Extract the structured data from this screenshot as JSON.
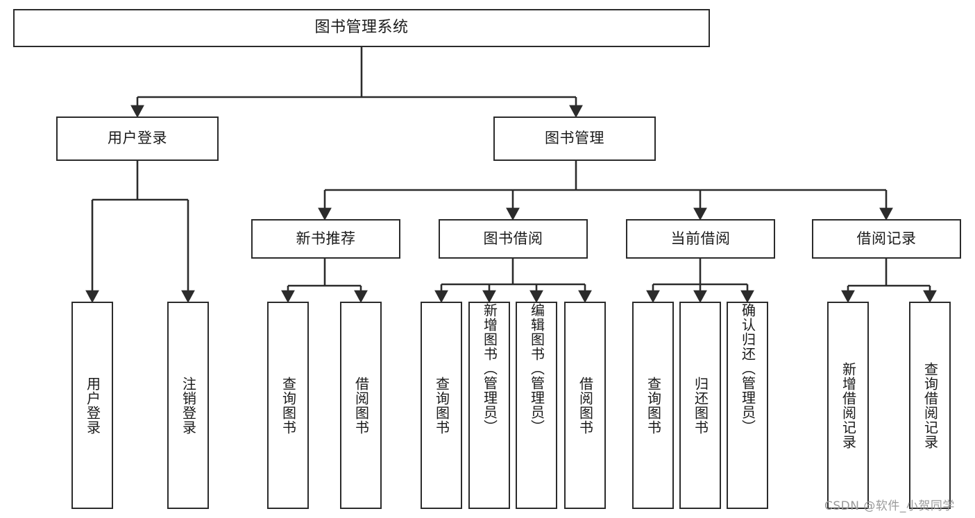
{
  "diagram": {
    "title": "图书管理系统",
    "type": "hierarchy-tree",
    "root": {
      "label": "图书管理系统"
    },
    "level2": [
      {
        "label": "用户登录"
      },
      {
        "label": "图书管理"
      }
    ],
    "level3": [
      {
        "label": "新书推荐"
      },
      {
        "label": "图书借阅"
      },
      {
        "label": "当前借阅"
      },
      {
        "label": "借阅记录"
      }
    ],
    "leaves": {
      "user_login": [
        {
          "label": "用户登录"
        },
        {
          "label": "注销登录"
        }
      ],
      "new_book_recommend": [
        {
          "label": "查询图书"
        },
        {
          "label": "借阅图书"
        }
      ],
      "book_borrow": [
        {
          "label": "查询图书"
        },
        {
          "label": "新增图书（管理员）"
        },
        {
          "label": "编辑图书（管理员）"
        },
        {
          "label": "借阅图书"
        }
      ],
      "current_borrow": [
        {
          "label": "查询图书"
        },
        {
          "label": "归还图书"
        },
        {
          "label": "确认归还（管理员）"
        }
      ],
      "borrow_record": [
        {
          "label": "新增借阅记录"
        },
        {
          "label": "查询借阅记录"
        }
      ]
    }
  },
  "watermark": {
    "text": "CSDN @软件_小贺同学"
  },
  "colors": {
    "stroke": "#2b2b2b",
    "background": "#ffffff",
    "text": "#1a1a1a",
    "watermark": "#9a9a9a"
  }
}
